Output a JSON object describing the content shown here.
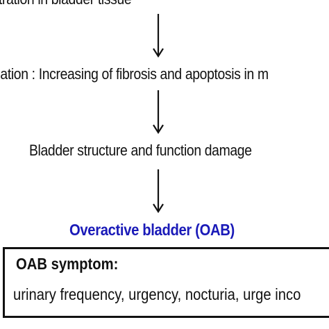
{
  "flow": {
    "steps": [
      "itration in bladder tissue",
      "nation : Increasing of fibrosis and apoptosis in m",
      "Bladder structure and function damage",
      "Overactive bladder (OAB)"
    ],
    "outcome_color": "#1a1ab8",
    "text_color": "#111111"
  },
  "symptom_box": {
    "title": "OAB symptom:",
    "items": "urinary frequency, urgency, nocturia, urge inco"
  }
}
